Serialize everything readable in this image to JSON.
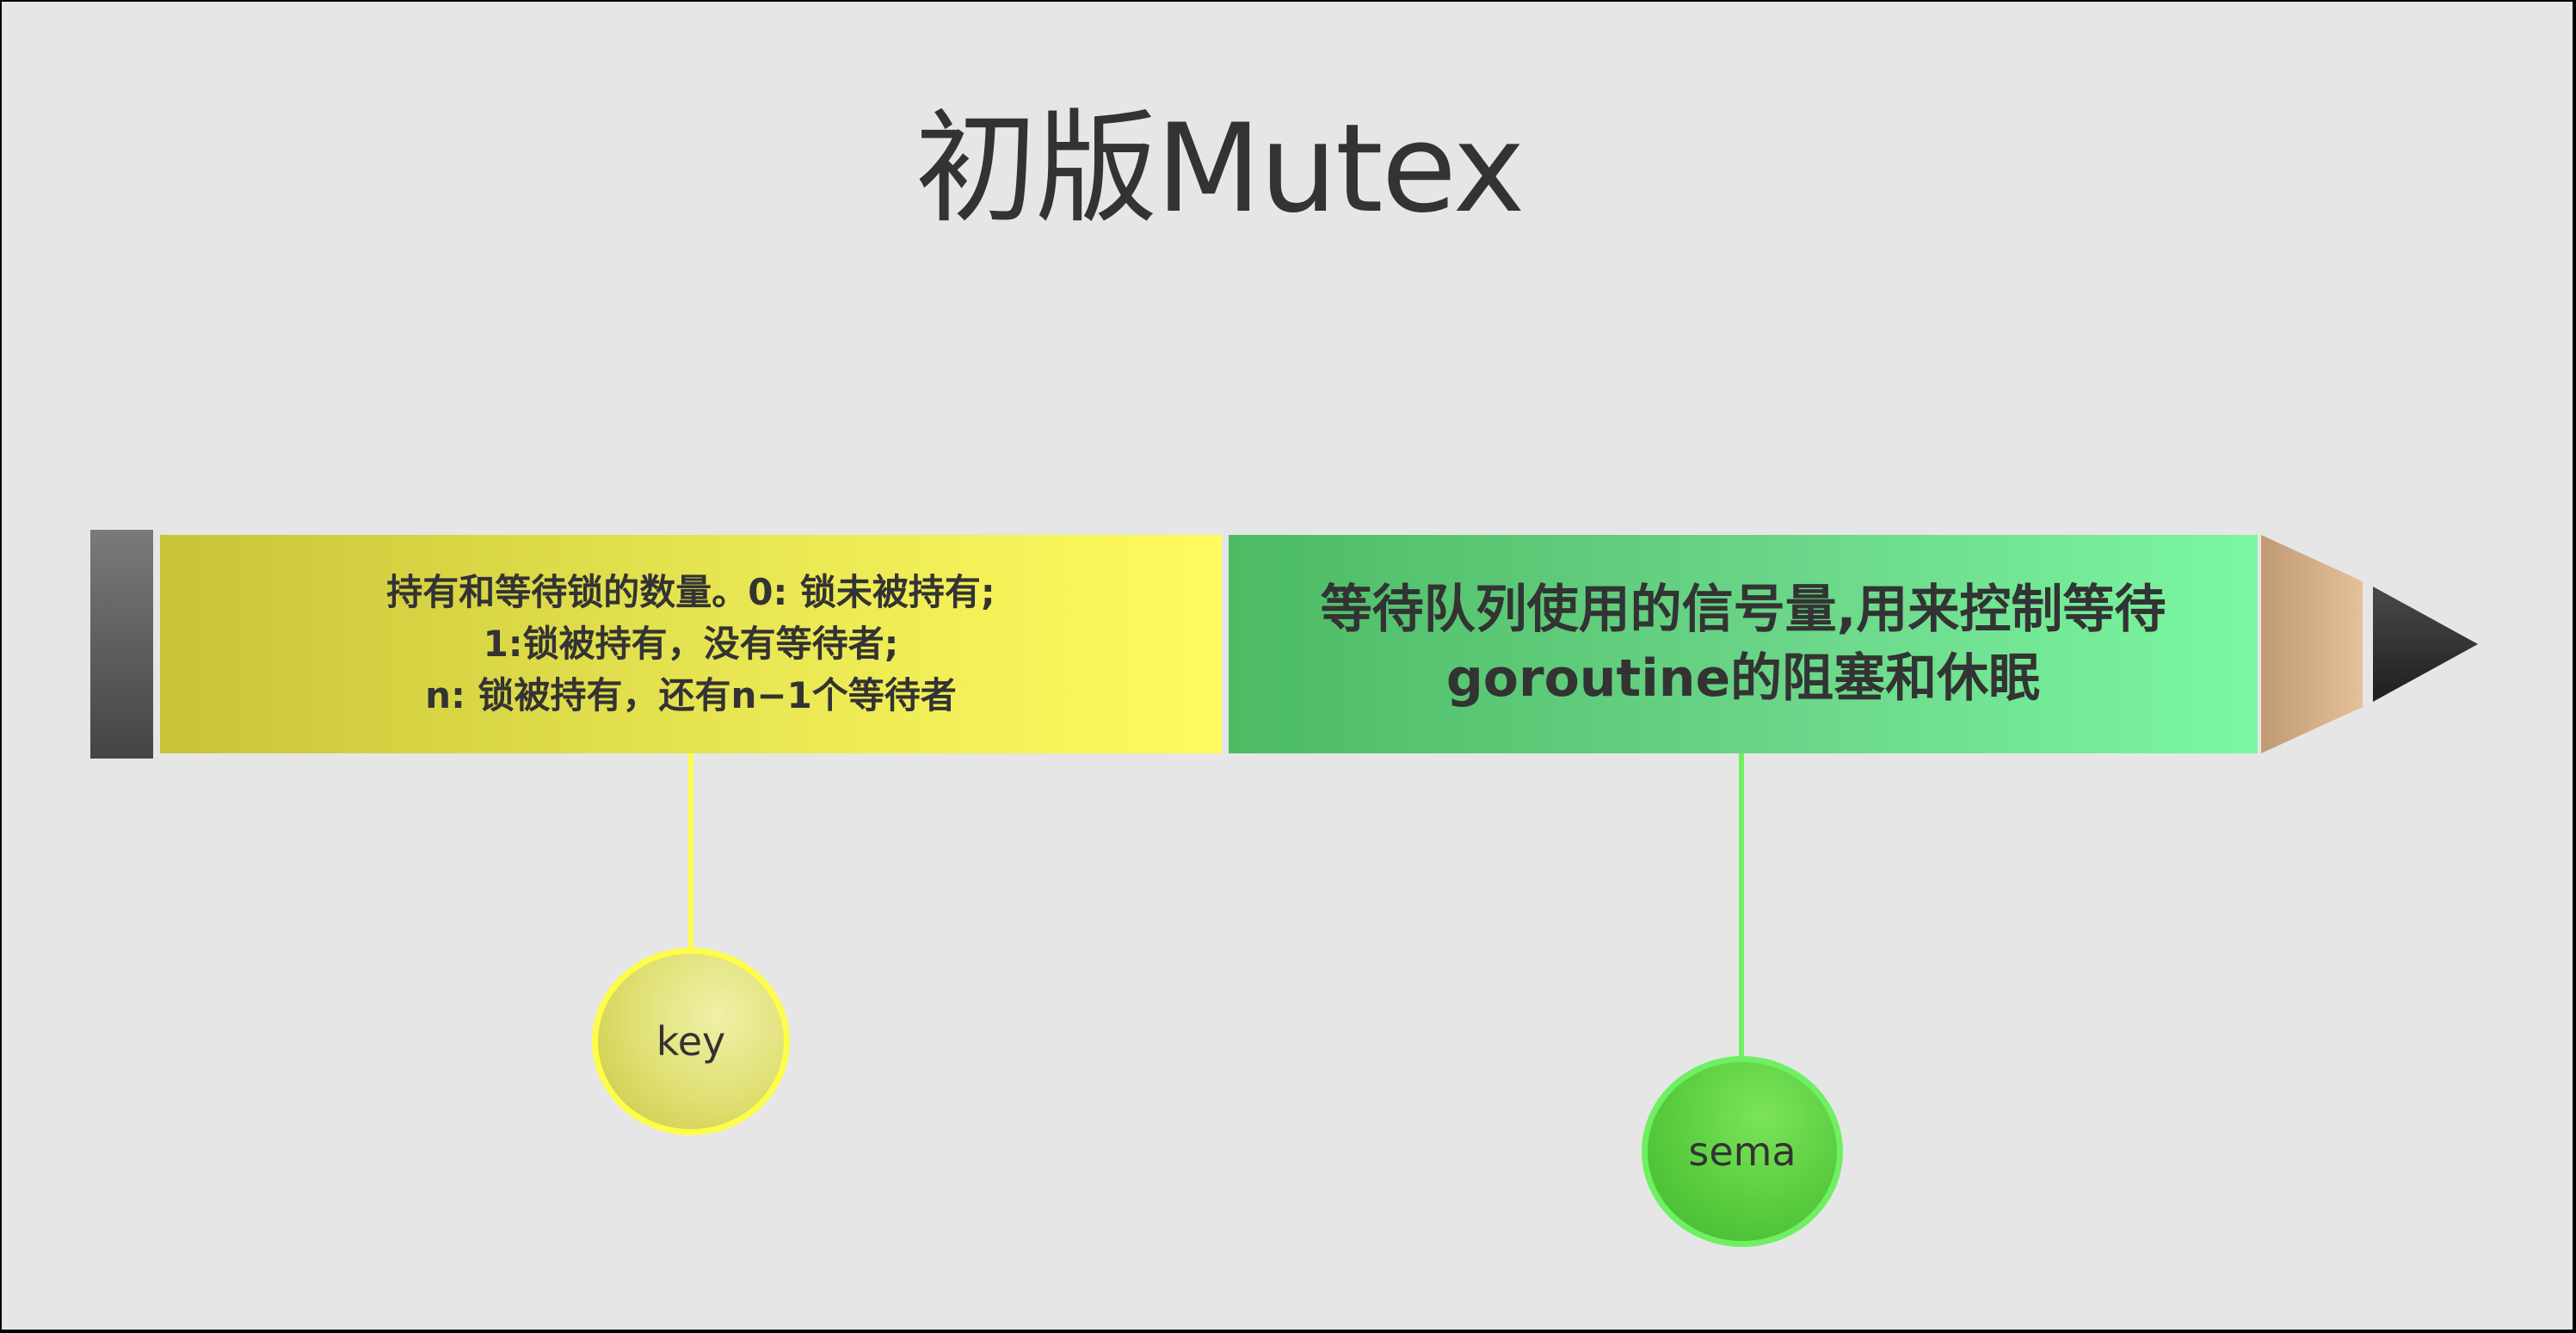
{
  "title": "初版Mutex",
  "fields": {
    "key": {
      "name": "key",
      "description_lines": [
        "持有和等待锁的数量。0: 锁未被持有;",
        "1:锁被持有，没有等待者;",
        "n: 锁被持有，还有n−1个等待者"
      ]
    },
    "sema": {
      "name": "sema",
      "description_lines": [
        "等待队列使用的信号量,用来控制等待",
        "goroutine的阻塞和休眠"
      ]
    }
  },
  "colors": {
    "background": "#e6e6e6",
    "key_segment": "#fffb5e",
    "key_bubble_border": "#fdfd4a",
    "sema_segment": "#7bf7a1",
    "sema_bubble": "#58cc3e",
    "sema_bubble_border": "#6ef062",
    "eraser": "#555555",
    "wood": "#e2b98f",
    "lead": "#333333",
    "text": "#333333"
  }
}
